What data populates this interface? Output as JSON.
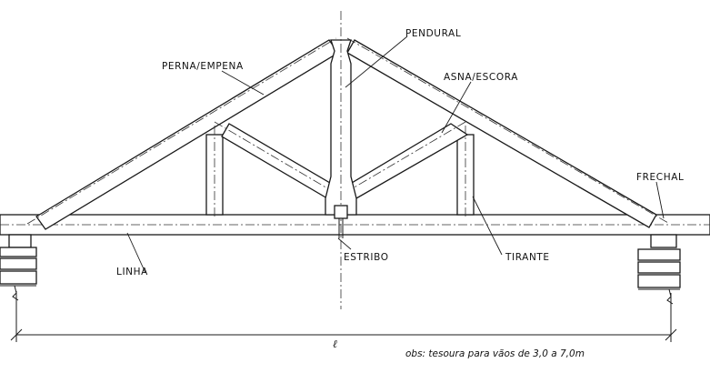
{
  "labels": {
    "perna": "PERNA/EMPENA",
    "pendural": "PENDURAL",
    "asna": "ASNA/ESCORA",
    "frechal": "FRECHAL",
    "estribo": "ESTRIBO",
    "linha": "LINHA",
    "tirante": "TIRANTE"
  },
  "span_symbol": "ℓ",
  "note": "obs: tesoura para vãos de 3,0 a 7,0m",
  "colors": {
    "line": "#1a1a1a",
    "background": "#ffffff"
  }
}
